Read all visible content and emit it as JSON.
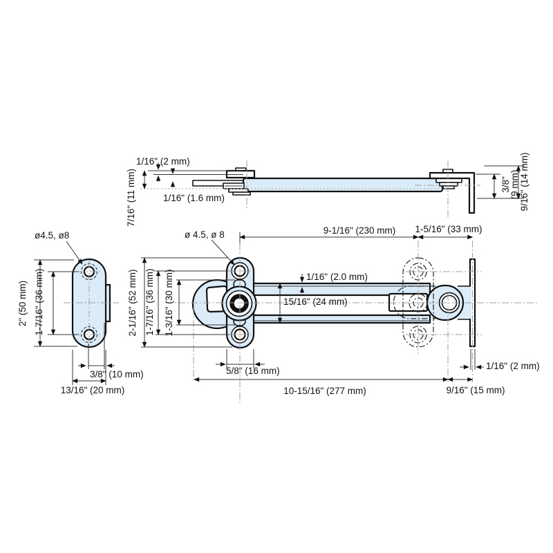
{
  "drawing": {
    "kind": "technical-drawing",
    "subject": "door-guard swing bar latch with strike plate",
    "part_fill": "#dcebf8",
    "line_color": "#111111",
    "centerline_color": "#9aa0a6"
  },
  "side_view": {
    "dim_lip": "1/16\" (2 mm)",
    "dim_plate_gap": "1/16\" (1.6 mm)",
    "dim_stack_height": "7/16\" (11 mm)",
    "dim_bracket_in": "3/8\"",
    "dim_bracket_mm": "(9 mm)",
    "dim_leg": "9/16\" (14 mm)"
  },
  "strike_view": {
    "hole_note": "ø4.5, ø8",
    "dim_length": "2\" (50 mm)",
    "dim_hole_spacing": "1-7/16\" (36 mm)",
    "dim_bump": "3/8\" (10 mm)",
    "dim_width": "13/16\" (20 mm)"
  },
  "plan_view": {
    "hole_note": "ø 4.5, ø 8",
    "dim_pivot_to_strike": "9-1/16\" (230 mm)",
    "dim_strike_to_end": "1-5/16\" (33 mm)",
    "dim_flange_length": "2-1/16\" (52 mm)",
    "dim_hole_spacing": "1-7/16\" (36 mm)",
    "dim_tab_span": "1-3/16\" (30 mm)",
    "dim_lip": "1/16\" (2.0 mm)",
    "dim_bar_width": "15/16\" (24 mm)",
    "dim_flange_width": "5/8\" (16 mm)",
    "dim_bar_length": "10-15/16\" (277 mm)",
    "dim_end_offset": "9/16\" (15 mm)",
    "dim_plate_thickness": "1/16\" (2 mm)"
  }
}
